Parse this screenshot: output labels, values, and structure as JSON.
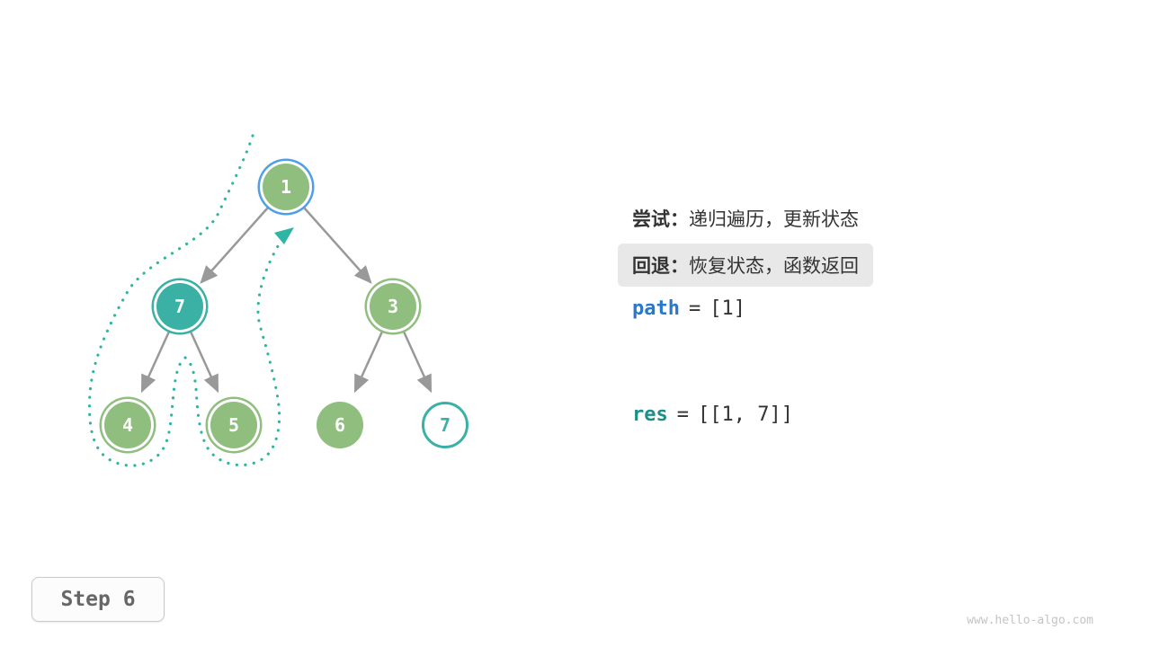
{
  "tree": {
    "nodes": [
      {
        "id": "node-1",
        "value": "1",
        "variant": "green",
        "ring": "blue"
      },
      {
        "id": "node-7-left",
        "value": "7",
        "variant": "teal",
        "ring": "teal"
      },
      {
        "id": "node-3",
        "value": "3",
        "variant": "green",
        "ring": "green"
      },
      {
        "id": "node-4",
        "value": "4",
        "variant": "green",
        "ring": "green"
      },
      {
        "id": "node-5",
        "value": "5",
        "variant": "green",
        "ring": "green"
      },
      {
        "id": "node-6",
        "value": "6",
        "variant": "green",
        "ring": "none"
      },
      {
        "id": "node-7-right",
        "value": "7",
        "variant": "outline-teal",
        "ring": "none"
      }
    ]
  },
  "legend": {
    "try_label": "尝试：",
    "try_text": "递归遍历，更新状态",
    "backtrack_label": "回退：",
    "backtrack_text": "恢复状态，函数返回"
  },
  "variables": {
    "path_name": "path",
    "path_eq": "=",
    "path_value": "[1]",
    "res_name": "res",
    "res_eq": "=",
    "res_value": "[[1, 7]]"
  },
  "step_box": {
    "label": "Step 6"
  },
  "watermark": "www.hello-algo.com",
  "colors": {
    "node_green": "#8FBE7F",
    "node_teal": "#3BB1A5",
    "ring_blue": "#4E9EE8",
    "edge_gray": "#999999",
    "backtrack_dotted": "#2FB5A3",
    "path_var_blue": "#2878CE",
    "res_var_teal": "#1D8F85",
    "highlight_bg": "#E8E8E8"
  }
}
